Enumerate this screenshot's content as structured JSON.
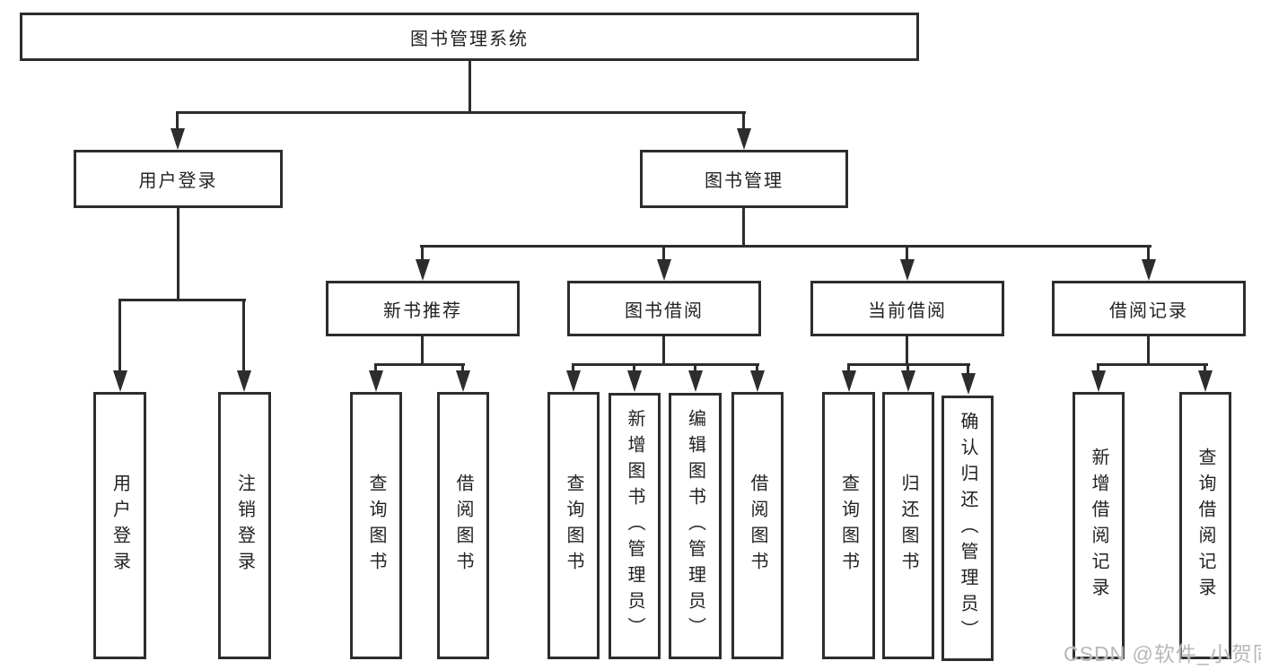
{
  "diagram": {
    "title_node": {
      "label": "图书管理系统"
    },
    "level2": [
      {
        "label": "用户登录"
      },
      {
        "label": "图书管理"
      }
    ],
    "level3": [
      {
        "label": "新书推荐"
      },
      {
        "label": "图书借阅"
      },
      {
        "label": "当前借阅"
      },
      {
        "label": "借阅记录"
      }
    ],
    "leaves": {
      "user_login": [
        {
          "label": "用户登录"
        },
        {
          "label": "注销登录"
        }
      ],
      "new_book_recommend": [
        {
          "label": "查询图书"
        },
        {
          "label": "借阅图书"
        }
      ],
      "book_borrowing": [
        {
          "label": "查询图书"
        },
        {
          "label": "新增图书（管理员）"
        },
        {
          "label": "编辑图书（管理员）"
        },
        {
          "label": "借阅图书"
        }
      ],
      "current_borrowing": [
        {
          "label": "查询图书"
        },
        {
          "label": "归还图书"
        },
        {
          "label": "确认归还（管理员）"
        }
      ],
      "borrowing_records": [
        {
          "label": "新增借阅记录"
        },
        {
          "label": "查询借阅记录"
        }
      ]
    },
    "colors": {
      "line": "#2d2d2d",
      "text": "#222222",
      "background": "#ffffff",
      "watermark": "#b8b8b8"
    }
  },
  "watermark": {
    "text": "CSDN @软件_小贺同学"
  }
}
